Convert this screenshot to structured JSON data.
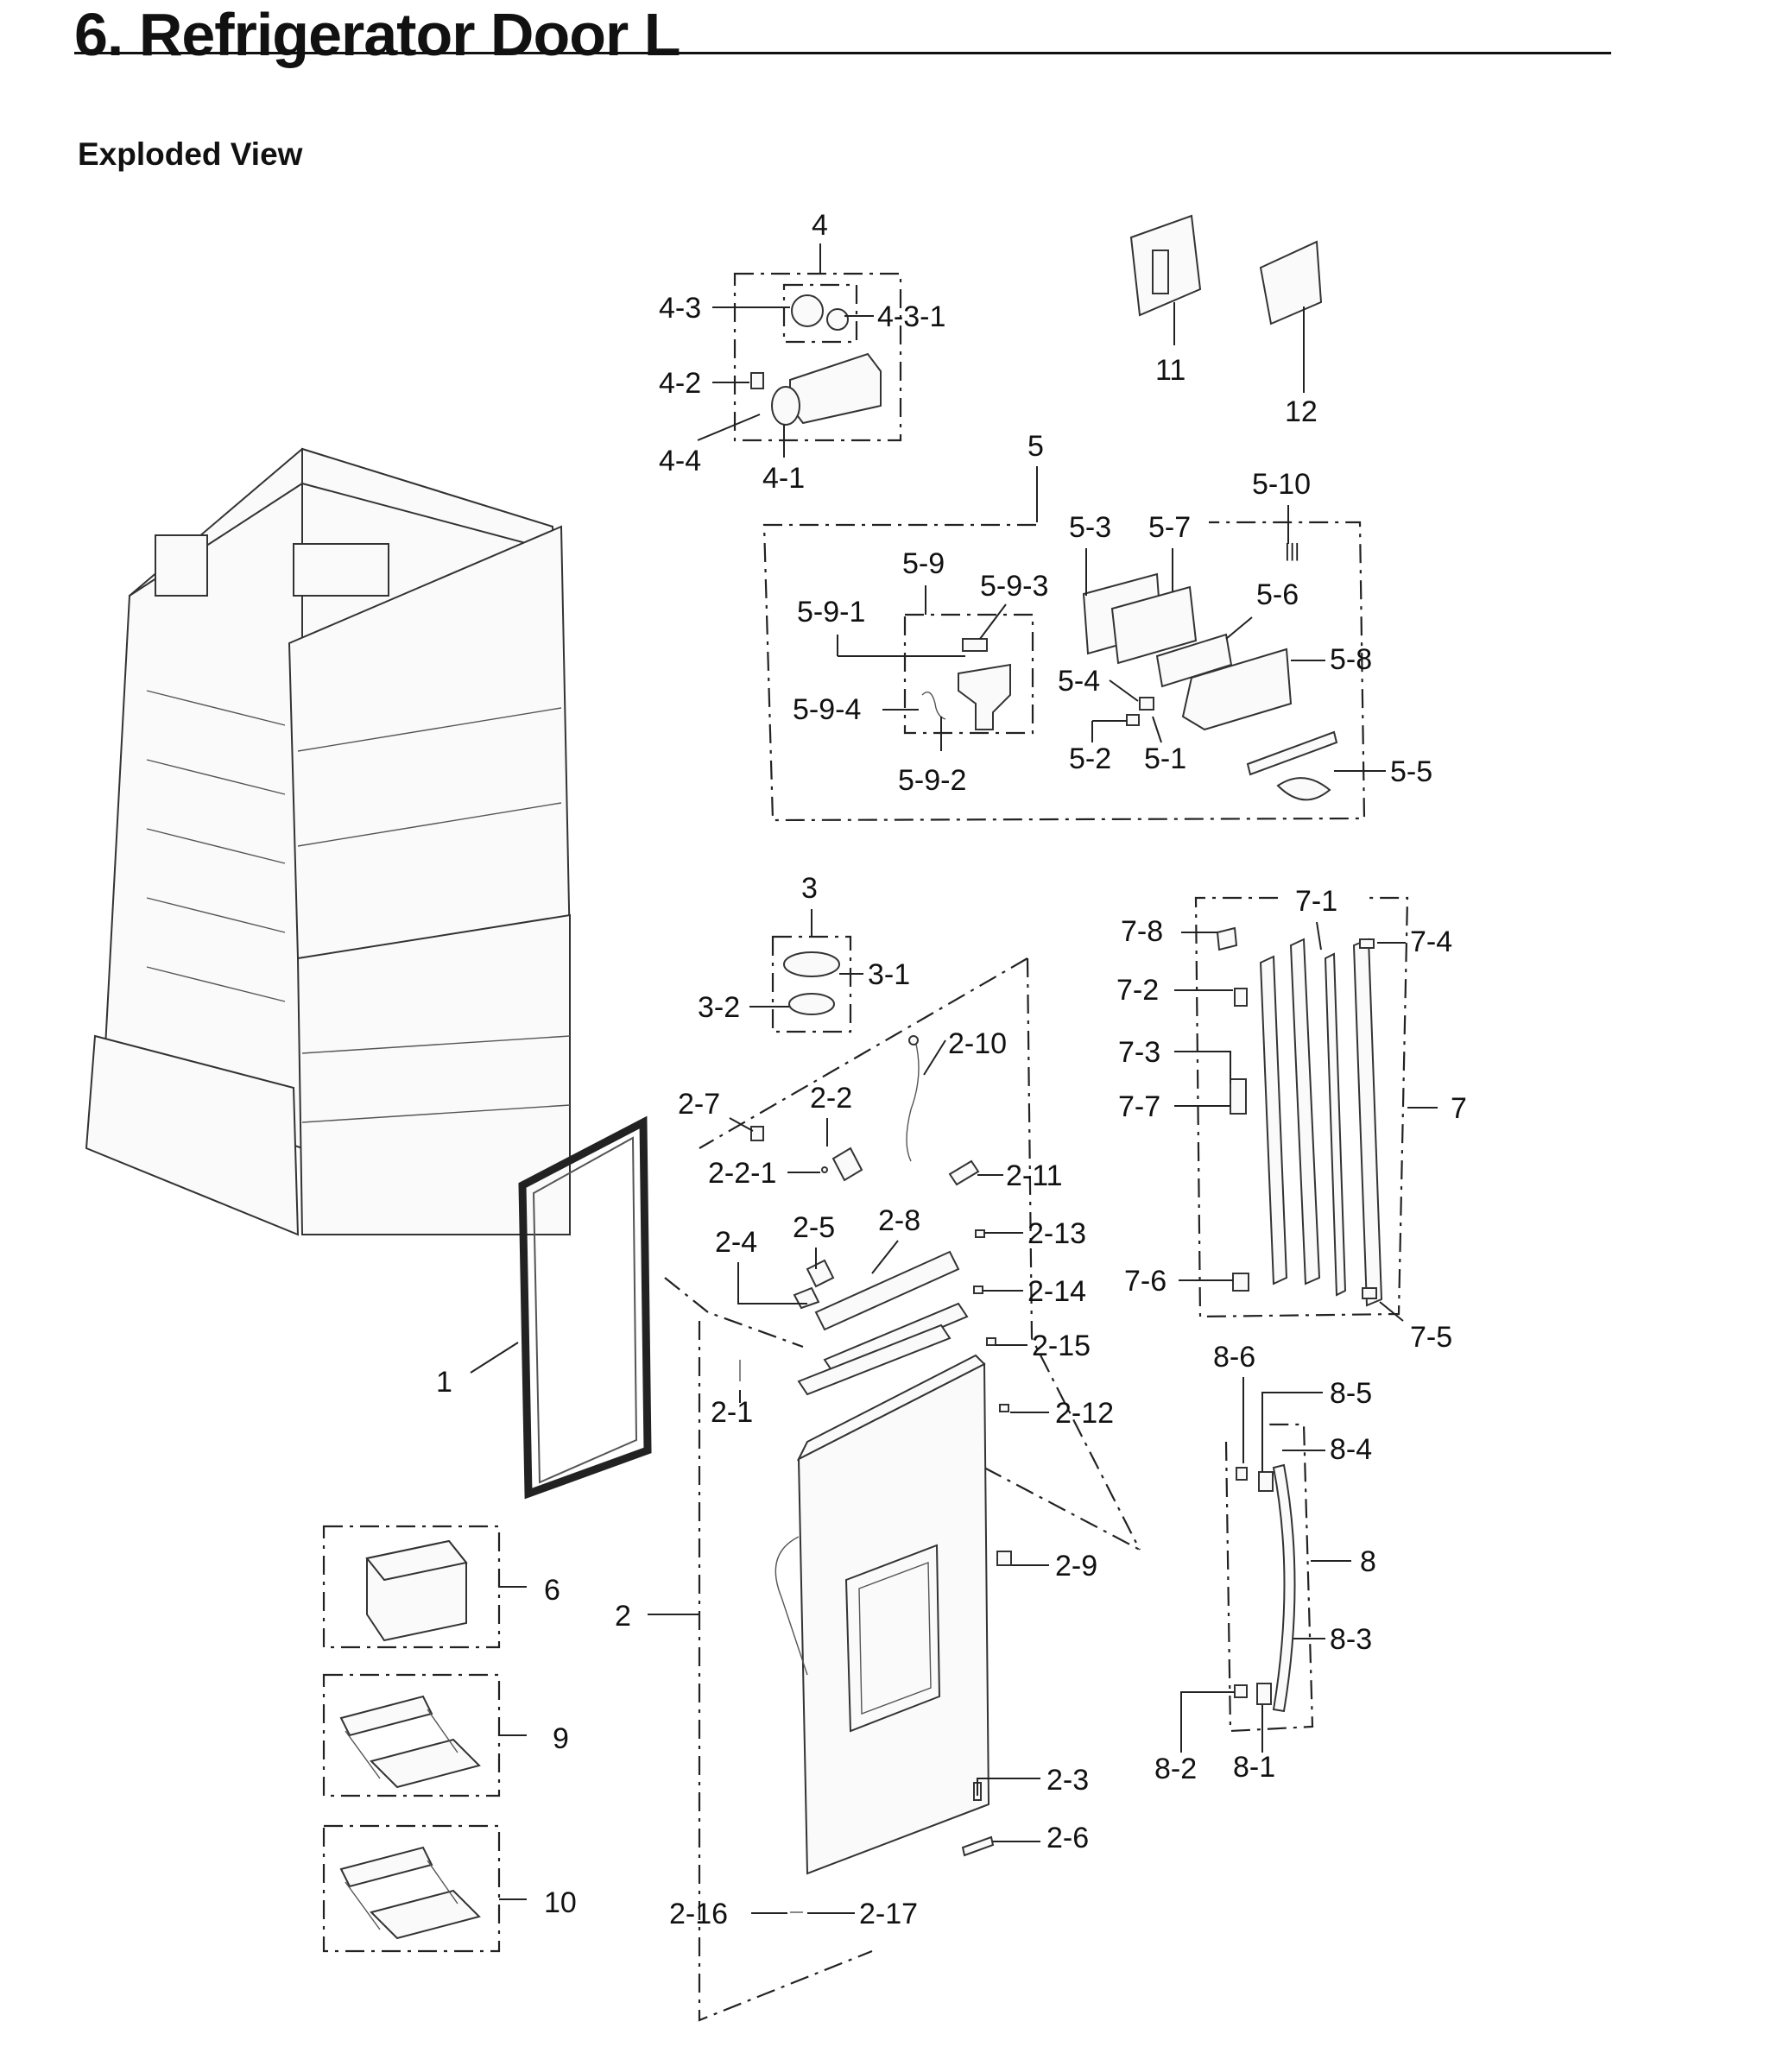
{
  "page": {
    "title": "6.  Refrigerator Door L",
    "subtitle": "Exploded View"
  },
  "callouts": {
    "c1": "1",
    "c2": "2",
    "c2_1": "2-1",
    "c2_2": "2-2",
    "c2_2_1": "2-2-1",
    "c2_3": "2-3",
    "c2_4": "2-4",
    "c2_5": "2-5",
    "c2_6": "2-6",
    "c2_7": "2-7",
    "c2_8": "2-8",
    "c2_9": "2-9",
    "c2_10": "2-10",
    "c2_11": "2-11",
    "c2_12": "2-12",
    "c2_13": "2-13",
    "c2_14": "2-14",
    "c2_15": "2-15",
    "c2_16": "2-16",
    "c2_17": "2-17",
    "c3": "3",
    "c3_1": "3-1",
    "c3_2": "3-2",
    "c4": "4",
    "c4_1": "4-1",
    "c4_2": "4-2",
    "c4_3": "4-3",
    "c4_3_1": "4-3-1",
    "c4_4": "4-4",
    "c5": "5",
    "c5_1": "5-1",
    "c5_2": "5-2",
    "c5_3": "5-3",
    "c5_4": "5-4",
    "c5_5": "5-5",
    "c5_6": "5-6",
    "c5_7": "5-7",
    "c5_8": "5-8",
    "c5_9": "5-9",
    "c5_9_1": "5-9-1",
    "c5_9_2": "5-9-2",
    "c5_9_3": "5-9-3",
    "c5_9_4": "5-9-4",
    "c5_10": "5-10",
    "c6": "6",
    "c7": "7",
    "c7_1": "7-1",
    "c7_2": "7-2",
    "c7_3": "7-3",
    "c7_4": "7-4",
    "c7_5": "7-5",
    "c7_6": "7-6",
    "c7_7": "7-7",
    "c7_8": "7-8",
    "c8": "8",
    "c8_1": "8-1",
    "c8_2": "8-2",
    "c8_3": "8-3",
    "c8_4": "8-4",
    "c8_5": "8-5",
    "c8_6": "8-6",
    "c9": "9",
    "c10": "10",
    "c11": "11",
    "c12": "12"
  }
}
